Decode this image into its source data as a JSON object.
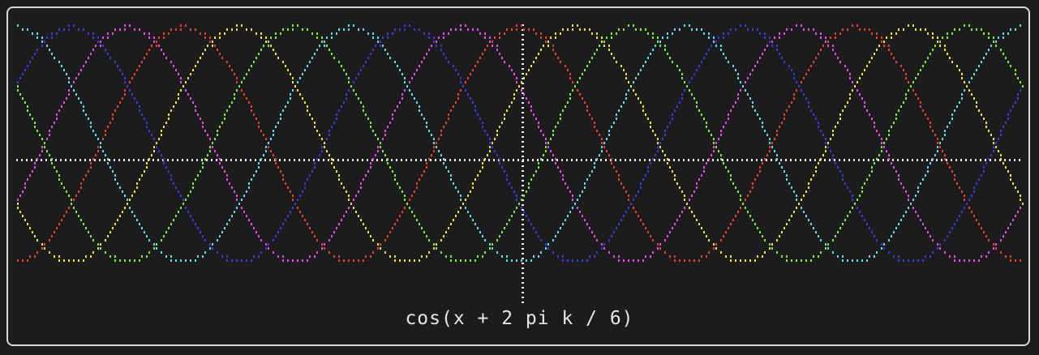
{
  "chart_data": {
    "type": "line",
    "title": "cos(x + 2 pi k / 6)",
    "xlabel": "",
    "ylabel": "",
    "function": "cos(x + 2*pi*k/6)",
    "x_range": [
      -9.42,
      9.42
    ],
    "ylim": [
      -1,
      1
    ],
    "grid": false,
    "axes": "centered dotted",
    "legend": "none",
    "series": [
      {
        "k": 0,
        "color": "#e8402a"
      },
      {
        "k": 1,
        "color": "#e04ce8"
      },
      {
        "k": 2,
        "color": "#3a3ad8"
      },
      {
        "k": 3,
        "color": "#5ed8e8"
      },
      {
        "k": 4,
        "color": "#7ce83a"
      },
      {
        "k": 5,
        "color": "#e8e03a"
      }
    ]
  }
}
